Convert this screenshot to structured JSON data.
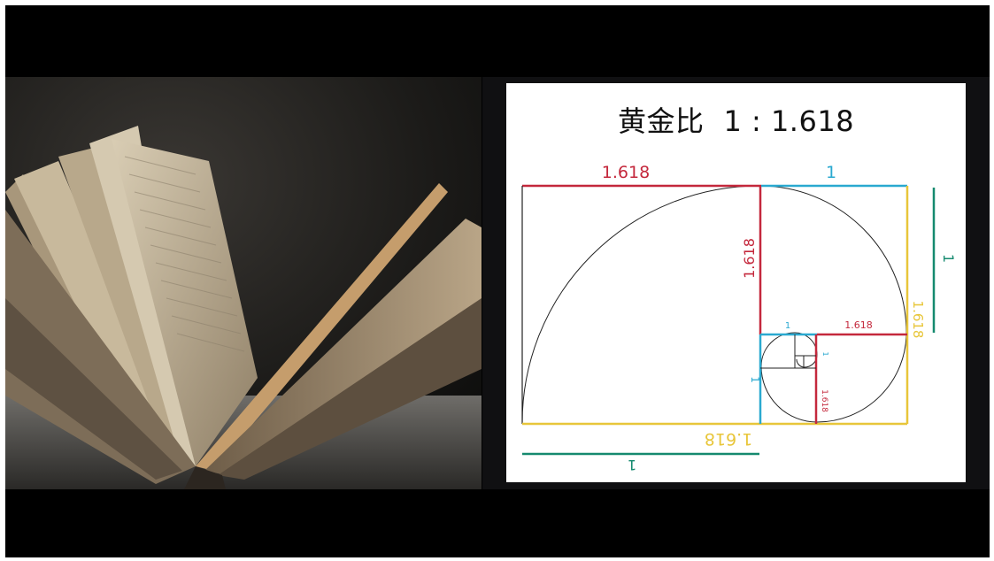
{
  "diagram": {
    "title_kanji": "黄金比",
    "title_ratio": "1 : 1.618",
    "labels": {
      "top_red": "1.618",
      "top_blue": "1",
      "vertical_red": "1.618",
      "right_green": "1",
      "right_yellow": "1.618",
      "inner_blue_1": "1",
      "inner_red": "1.618",
      "inner_blue_left": "1",
      "inner_small_1": "1",
      "inner_small_red": "1.618",
      "bottom_yellow": "1.618",
      "bottom_green": "1"
    },
    "colors": {
      "red": "#c4283c",
      "blue": "#2aa9d0",
      "yellow": "#e8c63a",
      "green": "#158a6f",
      "spiral": "#222222"
    }
  }
}
